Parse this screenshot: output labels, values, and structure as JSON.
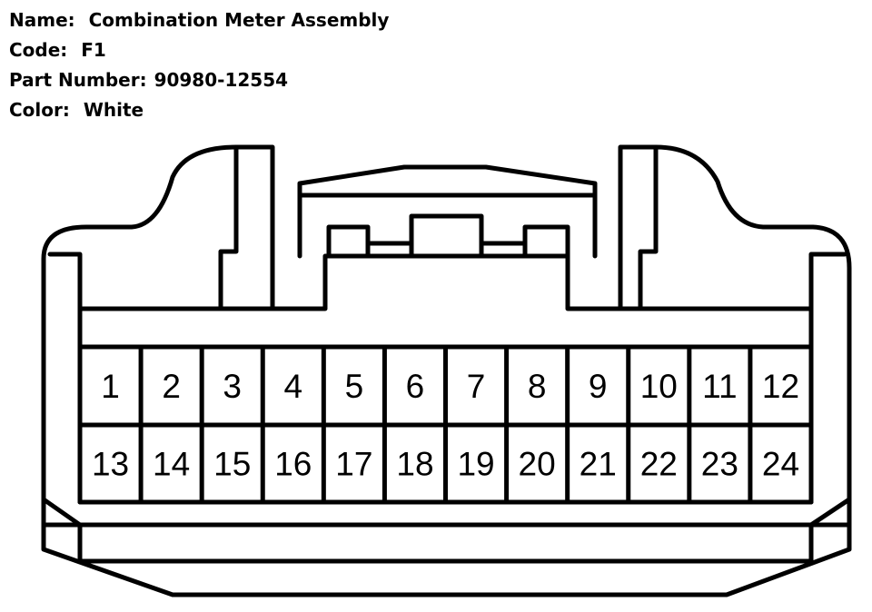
{
  "info": {
    "name_label": "Name:",
    "name_value": "Combination Meter Assembly",
    "code_label": "Code:",
    "code_value": "F1",
    "part_label": "Part Number:",
    "part_value": "90980-12554",
    "color_label": "Color:",
    "color_value": "White"
  },
  "pins": {
    "top_row": [
      "1",
      "2",
      "3",
      "4",
      "5",
      "6",
      "7",
      "8",
      "9",
      "10",
      "11",
      "12"
    ],
    "bottom_row": [
      "13",
      "14",
      "15",
      "16",
      "17",
      "18",
      "19",
      "20",
      "21",
      "22",
      "23",
      "24"
    ]
  },
  "colors": {
    "line": "#000000",
    "background": "#ffffff"
  }
}
